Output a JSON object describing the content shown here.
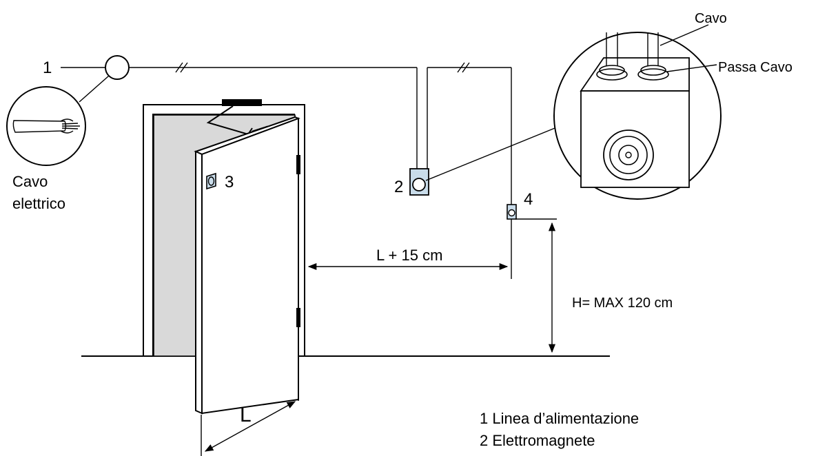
{
  "labels": {
    "n1": "1",
    "n2": "2",
    "n3": "3",
    "n4": "4",
    "cavo_elettrico_line1": "Cavo",
    "cavo_elettrico_line2": "elettrico",
    "cavo": "Cavo",
    "passa_cavo": "Passa Cavo",
    "l_plus": "L + 15 cm",
    "height": "H= MAX 120 cm",
    "width_l": "L"
  },
  "legend": [
    "1 Linea d’alimentazione",
    "2 Elettromagnete"
  ],
  "colors": {
    "stroke": "#000000",
    "wall_shade": "#d9d9d9",
    "device_fill": "#c9dcea"
  }
}
